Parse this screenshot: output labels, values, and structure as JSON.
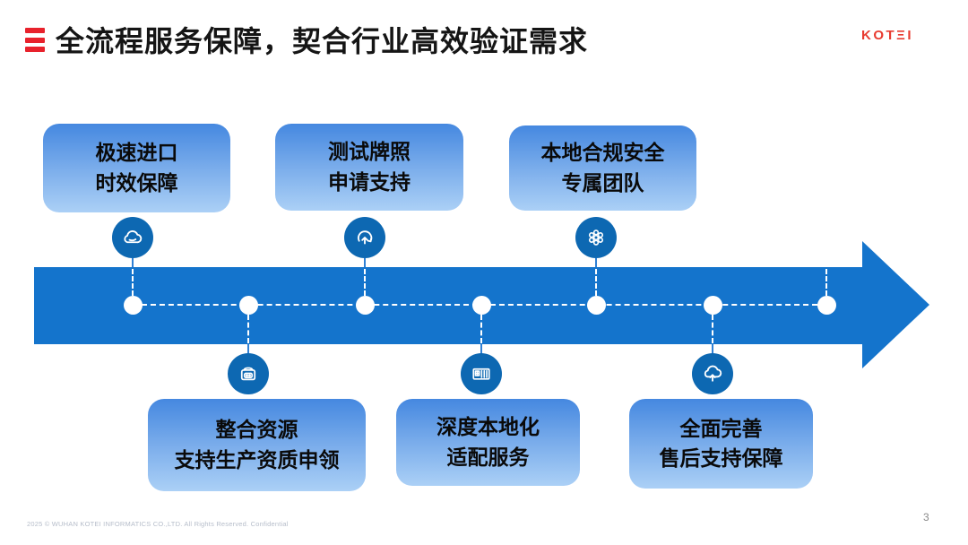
{
  "header": {
    "title": "全流程服务保障，契合行业高效验证需求",
    "logo_text": "KOTΞI"
  },
  "steps": {
    "top": [
      {
        "line1": "极速进口",
        "line2": "时效保障",
        "icon": "cloud-icon"
      },
      {
        "line1": "测试牌照",
        "line2": "申请支持",
        "icon": "sync-arrow-icon"
      },
      {
        "line1": "本地合规安全",
        "line2": "专属团队",
        "icon": "molecule-icon"
      }
    ],
    "bottom": [
      {
        "line1": "整合资源",
        "line2": "支持生产资质申领",
        "icon": "fax-machine-icon"
      },
      {
        "line1": "深度本地化",
        "line2": "适配服务",
        "icon": "container-icon"
      },
      {
        "line1": "全面完善",
        "line2": "售后支持保障",
        "icon": "cloud-upload-icon"
      }
    ]
  },
  "colors": {
    "band_blue": "#1474cc",
    "icon_circle_blue": "#0d68b2",
    "box_gradient_top": "#4588e0",
    "box_gradient_bottom": "#abd0f6",
    "brand_red": "#e8222c",
    "connector_blue": "#2f80d5"
  },
  "footer": {
    "copyright": "2025  © WUHAN KOTEI INFORMATICS CO.,LTD.  All Rights Reserved.   Confidential",
    "page_number": "3"
  }
}
